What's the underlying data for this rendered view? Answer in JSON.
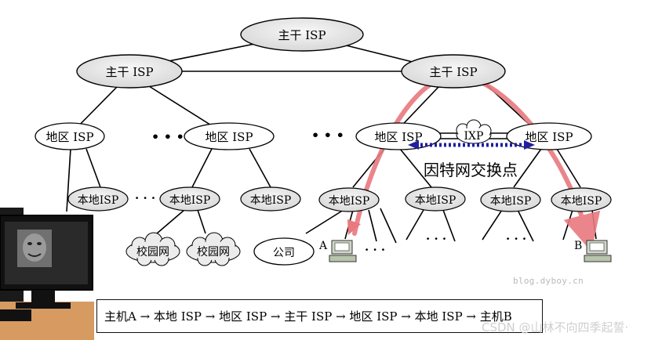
{
  "nodes": {
    "backbone_top": "主干 ISP",
    "backbone_left": "主干 ISP",
    "backbone_right": "主干 ISP",
    "region_1": "地区 ISP",
    "region_2": "地区 ISP",
    "region_3": "地区 ISP",
    "region_4": "地区 ISP",
    "local_1": "本地ISP",
    "local_2": "本地ISP",
    "local_3": "本地ISP",
    "local_4": "本地ISP",
    "local_5": "本地ISP",
    "local_6": "本地ISP",
    "local_7": "本地ISP",
    "campus_1": "校园网",
    "campus_2": "校园网",
    "company": "公司",
    "ixp": "IXP"
  },
  "ellipsis": "• • •",
  "ellipsis_small": "· · ·",
  "host_a": "A",
  "host_b": "B",
  "ixp_caption": "因特网交换点",
  "path_text": "主机A → 本地 ISP → 地区 ISP → 主干 ISP → 地区 ISP → 本地 ISP → 主机B",
  "watermark": "blog.dyboy.cn",
  "credit": "CSDN @山林不向四季起誓·",
  "colors": {
    "node_fill": "#e6e6e6",
    "path_arrow": "#e8797f",
    "ixp_link": "#1f1fa0"
  }
}
